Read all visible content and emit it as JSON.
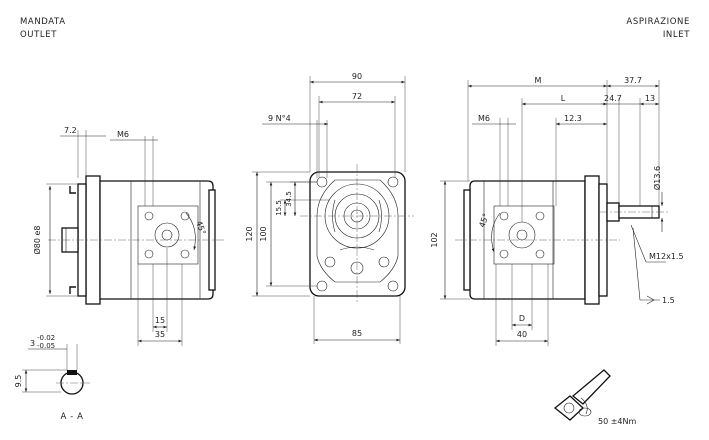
{
  "headers": {
    "left_1": "MANDATA",
    "left_2": "OUTLET",
    "right_1": "ASPIRAZIONE",
    "right_2": "INLET"
  },
  "left_view": {
    "d_7_2": "7.2",
    "d_m6": "M6",
    "d_phi80": "Ø80 e8",
    "d_45": "45°",
    "d_15": "15",
    "d_35": "35"
  },
  "front_view": {
    "d_90": "90",
    "d_72": "72",
    "d_9n4": "9 N°4",
    "d_120": "120",
    "d_100": "100",
    "d_15_5": "15.5",
    "d_34_5": "34.5",
    "d_85": "85"
  },
  "right_view": {
    "d_m": "M",
    "d_37_7": "37.7",
    "d_l": "L",
    "d_24_7": "24.7",
    "d_13": "13",
    "d_m6": "M6",
    "d_12_3": "12.3",
    "d_phi13_6": "Ø13.6",
    "d_102": "102",
    "d_45": "45°",
    "d_m12": "M12x1.5",
    "d_1_5": "1.5",
    "d_d": "D",
    "d_40": "40"
  },
  "section": {
    "d_3": "3",
    "tol_up": "-0.02",
    "tol_dn": "-0.05",
    "d_9_5": "9.5",
    "label": "A - A"
  },
  "torque": "50 ±4Nm"
}
